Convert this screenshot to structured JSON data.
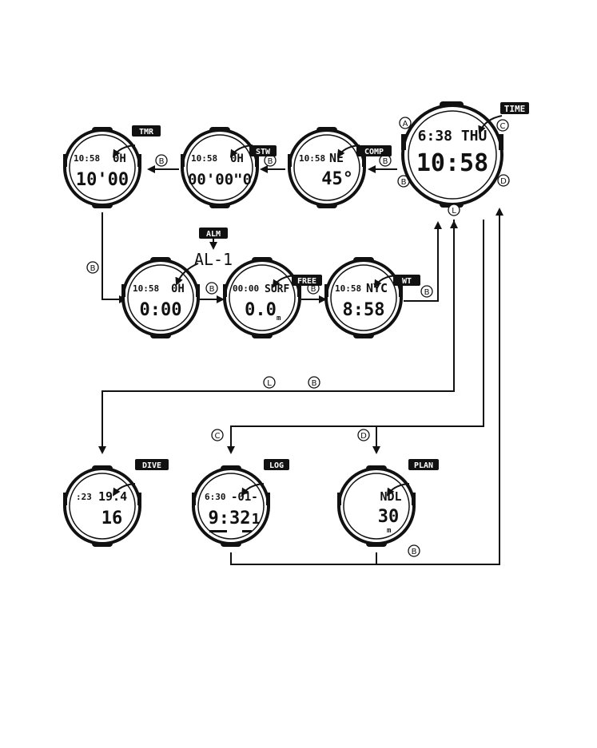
{
  "buttons": {
    "a": "A",
    "b": "B",
    "c": "C",
    "d": "D",
    "l": "L"
  },
  "modes": {
    "time": {
      "tag": "TIME",
      "line1": "6:38 THU",
      "line2": "10:58"
    },
    "comp": {
      "tag": "COMP",
      "line1a": "10:58",
      "line1b": "NE",
      "line2": "45°"
    },
    "stw": {
      "tag": "STW",
      "line1a": "10:58",
      "line1b": "0H",
      "line2": "00'00\"0"
    },
    "tmr": {
      "tag": "TMR",
      "line1a": "10:58",
      "line1b": "0H",
      "line2": "10'00"
    },
    "alm": {
      "tag": "ALM",
      "label": "AL-1",
      "line1a": "10:58",
      "line1b": "0H",
      "line2": "0:00"
    },
    "free": {
      "tag": "FREE",
      "line1a": "00:00",
      "line1b": "SURF",
      "line2": "0.0",
      "unit": "m"
    },
    "wt": {
      "tag": "WT",
      "line1a": "10:58",
      "line1b": "NYC",
      "line2": "8:58"
    },
    "dive": {
      "tag": "DIVE",
      "line1a": ":23",
      "line1b": "19.4",
      "line2": "16"
    },
    "log": {
      "tag": "LOG",
      "line1a": "6:30",
      "line1b": "-01-",
      "line2": "9:32",
      "line2b": "1"
    },
    "plan": {
      "tag": "PLAN",
      "line1": "NDL",
      "line2": "30",
      "unit": "m"
    }
  }
}
